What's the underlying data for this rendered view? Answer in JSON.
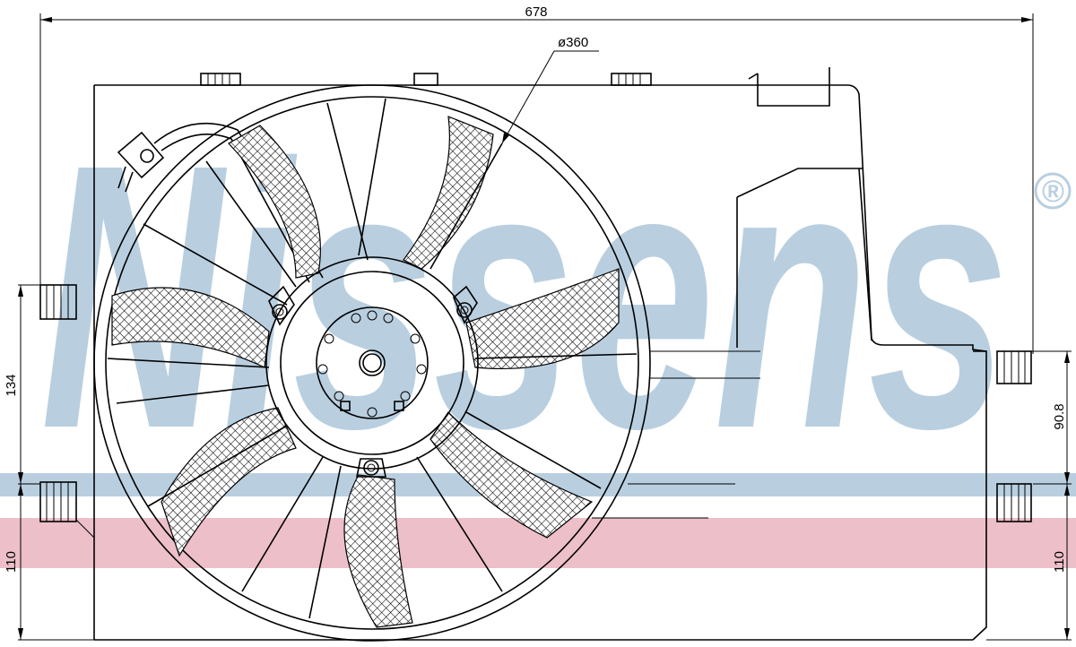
{
  "drawing": {
    "dimensions": {
      "overall_width": "678",
      "fan_diameter": "ø360",
      "left_height": "134",
      "right_height": "90.8",
      "left_bottom": "110",
      "right_bottom": "110"
    },
    "watermark": {
      "brand": "Nissens",
      "registered_mark": "®",
      "colors": {
        "brand_blue": "#b9cfe0",
        "stripe_blue": "#b9cfe0",
        "stripe_red": "#eab4bf"
      }
    },
    "fan": {
      "blade_count": 7,
      "hub_holes": 10
    }
  }
}
